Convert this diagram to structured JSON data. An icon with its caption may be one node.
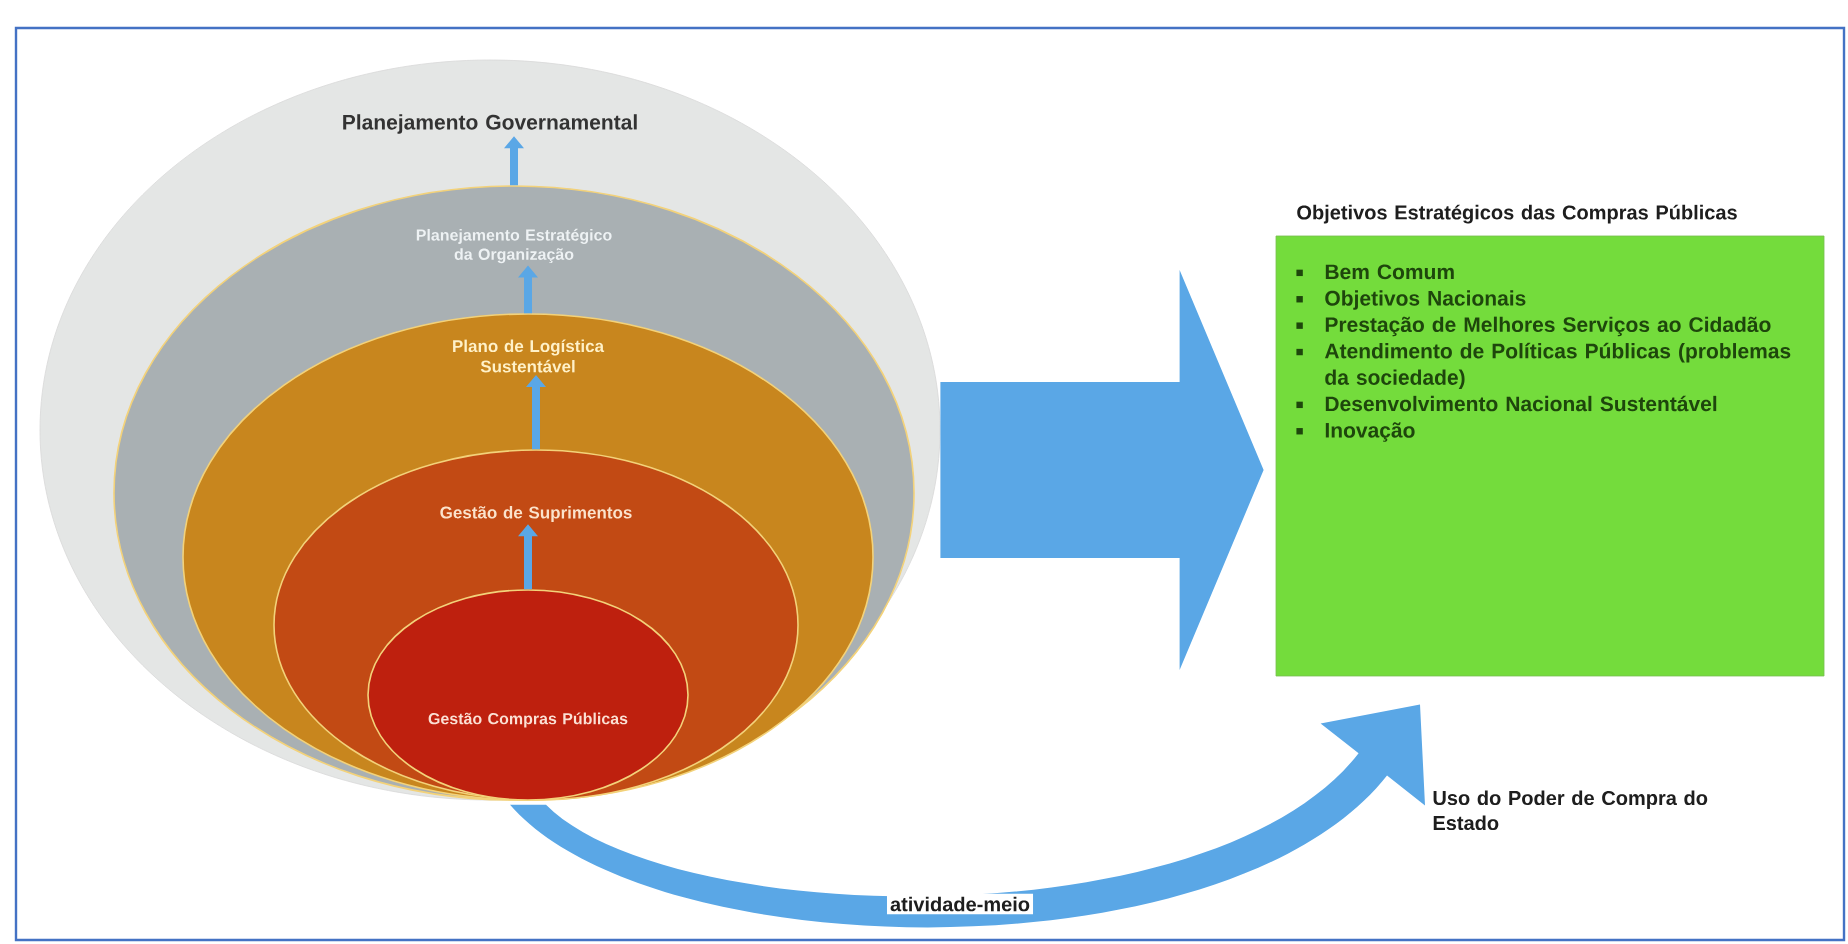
{
  "diagram": {
    "nodes": [
      {
        "text": [
          "Planejamento Governamental"
        ]
      },
      {
        "text": [
          "Planejamento Estratégico da Organização"
        ],
        "in": 0
      },
      {
        "text": [
          "Plano de Logística Sustentável"
        ],
        "in": 1
      },
      {
        "text": [
          "Gestão de Suprimentos"
        ],
        "in": 2
      },
      {
        "text": [
          "Gestão Compras Públicas"
        ],
        "in": 3
      },
      {
        "text": [
          "Objetivos Estratégicos das Compras Públicas",
          "Bem Comum",
          "Objetivos Nacionais",
          "Prestação de Melhores Serviços ao Cidadão",
          "Atendimento de Políticas Públicas (problemas da sociedade)",
          "Desenvolvimento Nacional Sustentável",
          "Inovação"
        ]
      }
    ],
    "edges": [
      {
        "from": 4,
        "to": 3,
        "arrow": "to"
      },
      {
        "from": 3,
        "to": 2,
        "arrow": "to"
      },
      {
        "from": 2,
        "to": 1,
        "arrow": "to"
      },
      {
        "from": 1,
        "to": 0,
        "arrow": "to"
      },
      {
        "from": 0,
        "to": 5,
        "arrow": "to",
        "style": "thick"
      },
      {
        "from": 4,
        "to": 5,
        "arrow": "to",
        "style": "thick",
        "label": "atividade-meio"
      }
    ],
    "labels": [
      "Uso do Poder de Compra do Estado"
    ]
  }
}
